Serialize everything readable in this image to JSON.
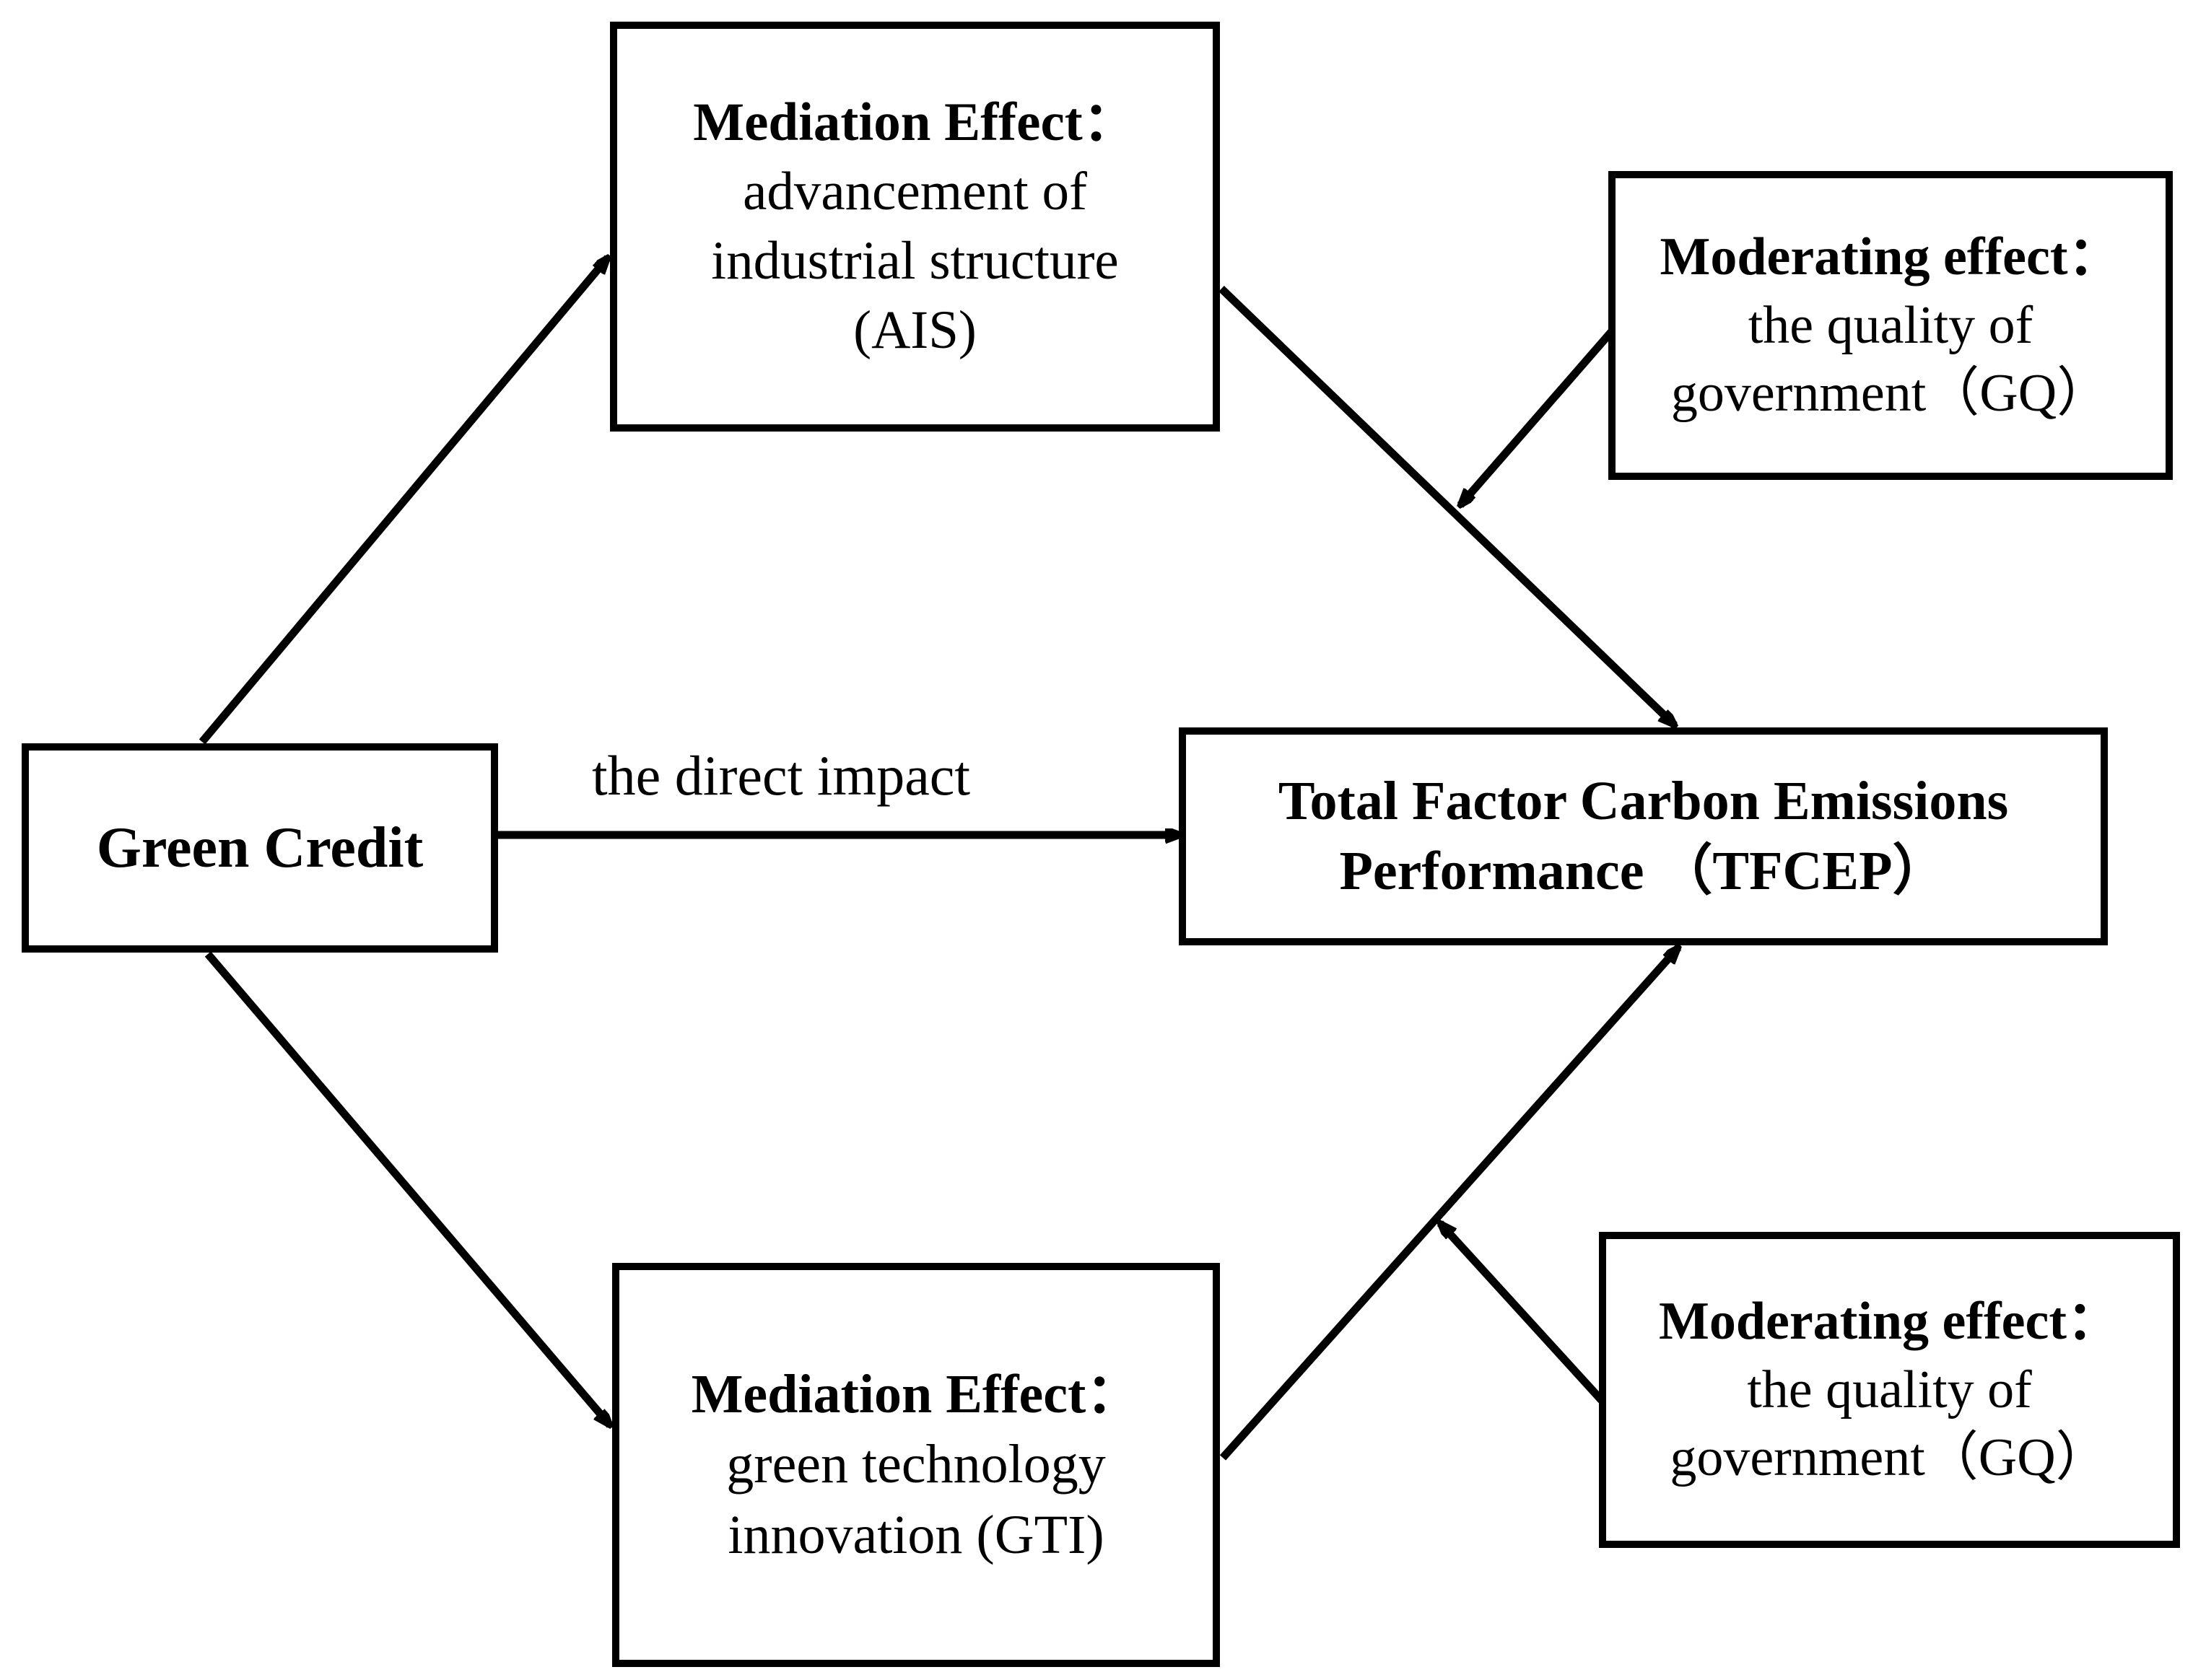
{
  "diagram": {
    "title": "Green Credit impact mechanism on Total Factor Carbon Emissions Performance",
    "background_color": "#FFFFFF",
    "stroke_color": "#000000",
    "nodes": [
      {
        "id": "green_credit",
        "name": "Green Credit",
        "lines": [
          {
            "text": "Green Credit",
            "bold": true
          }
        ]
      },
      {
        "id": "ais",
        "name": "Mediation Effect: advancement of industrial structure (AIS)",
        "lines": [
          {
            "text": "Mediation Effect：",
            "bold": true
          },
          {
            "text": "advancement of",
            "bold": false
          },
          {
            "text": "industrial structure",
            "bold": false
          },
          {
            "text": "(AIS)",
            "bold": false
          }
        ]
      },
      {
        "id": "gti",
        "name": "Mediation Effect: green technology innovation (GTI)",
        "lines": [
          {
            "text": "Mediation Effect：",
            "bold": true
          },
          {
            "text": "green technology",
            "bold": false
          },
          {
            "text": "innovation (GTI)",
            "bold": false
          }
        ]
      },
      {
        "id": "tfcep",
        "name": "Total Factor Carbon Emissions Performance (TFCEP)",
        "lines": [
          {
            "text": "Total Factor Carbon Emissions",
            "bold": true
          },
          {
            "text": "Performance （TFCEP）",
            "bold": true
          }
        ]
      },
      {
        "id": "gq_top",
        "name": "Moderating effect: the quality of government (GQ)",
        "lines": [
          {
            "text": "Moderating effect：",
            "bold": true
          },
          {
            "text": "the quality of",
            "bold": false
          },
          {
            "text": "government（GQ）",
            "bold": false
          }
        ]
      },
      {
        "id": "gq_bottom",
        "name": "Moderating effect: the quality of government (GQ)",
        "lines": [
          {
            "text": "Moderating effect：",
            "bold": true
          },
          {
            "text": "the quality of",
            "bold": false
          },
          {
            "text": "government（GQ）",
            "bold": false
          }
        ]
      }
    ],
    "edges": [
      {
        "id": "gc_to_ais",
        "from": "green_credit",
        "to": "ais",
        "label": ""
      },
      {
        "id": "gc_to_gti",
        "from": "green_credit",
        "to": "gti",
        "label": ""
      },
      {
        "id": "gc_to_tfcep",
        "from": "green_credit",
        "to": "tfcep",
        "label": "the direct impact"
      },
      {
        "id": "ais_to_tfcep",
        "from": "ais",
        "to": "tfcep",
        "label": ""
      },
      {
        "id": "gti_to_tfcep",
        "from": "gti",
        "to": "tfcep",
        "label": ""
      },
      {
        "id": "gq_top_to_ais_path",
        "from": "gq_top",
        "to": "ais_to_tfcep",
        "label": ""
      },
      {
        "id": "gq_bottom_to_gti_path",
        "from": "gq_bottom",
        "to": "gti_to_tfcep",
        "label": ""
      }
    ],
    "labels": {
      "direct_impact": "the direct impact"
    }
  }
}
